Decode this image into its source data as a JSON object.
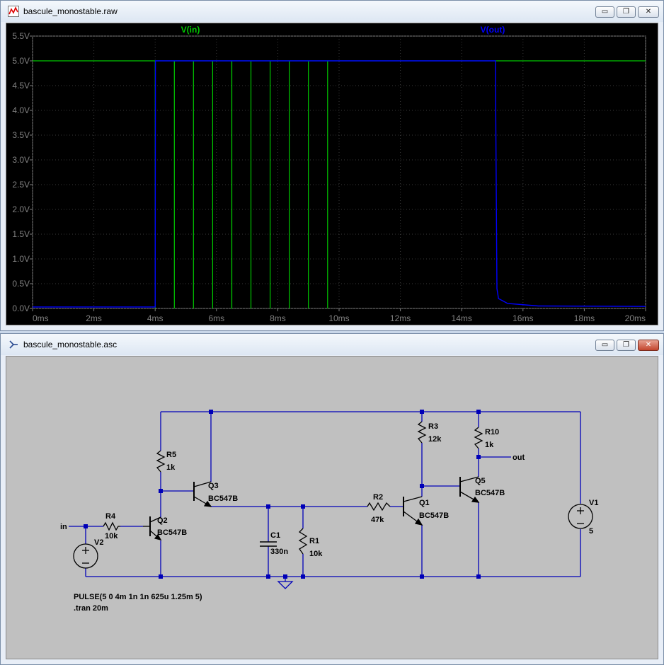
{
  "plot_window": {
    "title": "bascule_monostable.raw",
    "controls": {
      "minimize": "▭",
      "restore": "❐",
      "close": "✕"
    }
  },
  "schematic_window": {
    "title": "bascule_monostable.asc",
    "controls": {
      "minimize": "▭",
      "restore": "❐",
      "close": "✕"
    }
  },
  "chart_data": {
    "type": "line",
    "xlim": [
      0,
      20
    ],
    "ylim": [
      0,
      5.5
    ],
    "x_ticks": [
      "0ms",
      "2ms",
      "4ms",
      "6ms",
      "8ms",
      "10ms",
      "12ms",
      "14ms",
      "16ms",
      "18ms",
      "20ms"
    ],
    "y_ticks": [
      "0.0V",
      "0.5V",
      "1.0V",
      "1.5V",
      "2.0V",
      "2.5V",
      "3.0V",
      "3.5V",
      "4.0V",
      "4.5V",
      "5.0V",
      "5.5V"
    ],
    "grid": true,
    "series": [
      {
        "name": "V(in)",
        "color": "#00c800",
        "pulse_high": 5,
        "pulse_low": 0,
        "pulse_times": [
          4.0,
          4.625,
          5.25,
          5.875,
          6.5,
          7.125,
          7.75,
          8.375,
          9.0,
          9.625
        ]
      },
      {
        "name": "V(out)",
        "color": "#0000ff",
        "points": [
          [
            0,
            0.03
          ],
          [
            4.0,
            0.03
          ],
          [
            4.01,
            5.0
          ],
          [
            15.1,
            5.0
          ],
          [
            15.15,
            0.4
          ],
          [
            15.2,
            0.2
          ],
          [
            15.5,
            0.1
          ],
          [
            16.5,
            0.05
          ],
          [
            20,
            0.04
          ]
        ]
      }
    ]
  },
  "schematic": {
    "wire_color": "#0000b8",
    "components": {
      "r4": {
        "name": "R4",
        "value": "10k"
      },
      "r5": {
        "name": "R5",
        "value": "1k"
      },
      "r1": {
        "name": "R1",
        "value": "10k"
      },
      "r2": {
        "name": "R2",
        "value": "47k"
      },
      "r3": {
        "name": "R3",
        "value": "12k"
      },
      "r10": {
        "name": "R10",
        "value": "1k"
      },
      "c1": {
        "name": "C1",
        "value": "330n"
      },
      "q2": {
        "name": "Q2",
        "model": "BC547B"
      },
      "q3": {
        "name": "Q3",
        "model": "BC547B"
      },
      "q1": {
        "name": "Q1",
        "model": "BC547B"
      },
      "q5": {
        "name": "Q5",
        "model": "BC547B"
      },
      "v1": {
        "name": "V1",
        "value": "5"
      },
      "v2": {
        "name": "V2"
      }
    },
    "nets": {
      "in": "in",
      "out": "out"
    },
    "directives": [
      "PULSE(5 0 4m 1n 1n 625u 1.25m 5)",
      ".tran 20m"
    ]
  }
}
